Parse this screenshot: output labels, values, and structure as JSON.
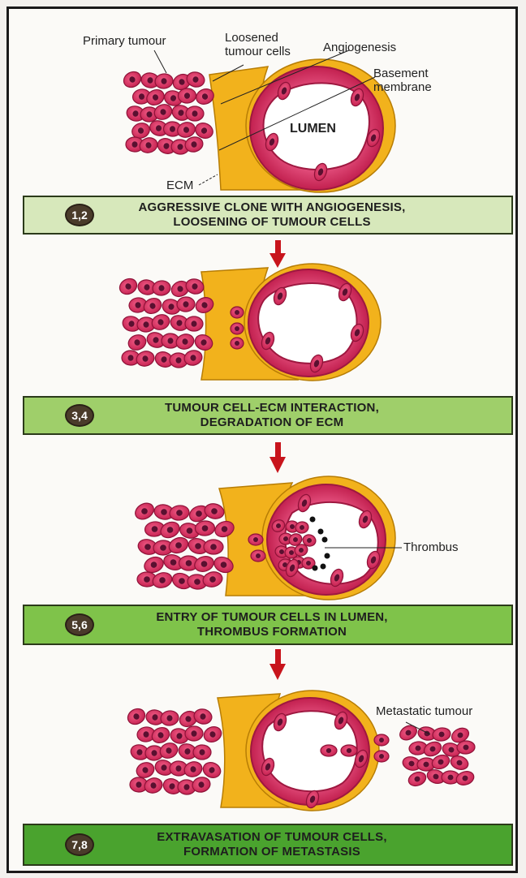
{
  "labels": {
    "primary_tumour": "Primary tumour",
    "loosened_line1": "Loosened",
    "loosened_line2": "tumour cells",
    "angiogenesis": "Angiogenesis",
    "basement_line1": "Basement",
    "basement_line2": "membrane",
    "lumen": "LUMEN",
    "ecm": "ECM",
    "thrombus": "Thrombus",
    "metastatic_tumour": "Metastatic tumour"
  },
  "steps": [
    {
      "number": "1,2",
      "line1": "AGGRESSIVE CLONE WITH ANGIOGENESIS,",
      "line2": "LOOSENING OF TUMOUR CELLS"
    },
    {
      "number": "3,4",
      "line1": "TUMOUR CELL-ECM INTERACTION,",
      "line2": "DEGRADATION OF ECM"
    },
    {
      "number": "5,6",
      "line1": "ENTRY OF TUMOUR CELLS IN LUMEN,",
      "line2": "THROMBUS FORMATION"
    },
    {
      "number": "7,8",
      "line1": "EXTRAVASATION OF TUMOUR CELLS,",
      "line2": "FORMATION OF METASTASIS"
    }
  ],
  "colors": {
    "cell_fill": "#d8285a",
    "cell_nucleus": "#5a1030",
    "ecm_fill": "#f2b21c",
    "vessel_wall": "#d42e5e",
    "arrow": "#c8141c",
    "banner_1": "#d7e8bb",
    "banner_2": "#9fcf6a",
    "banner_3": "#7fc34a",
    "banner_4": "#4aa32e"
  }
}
